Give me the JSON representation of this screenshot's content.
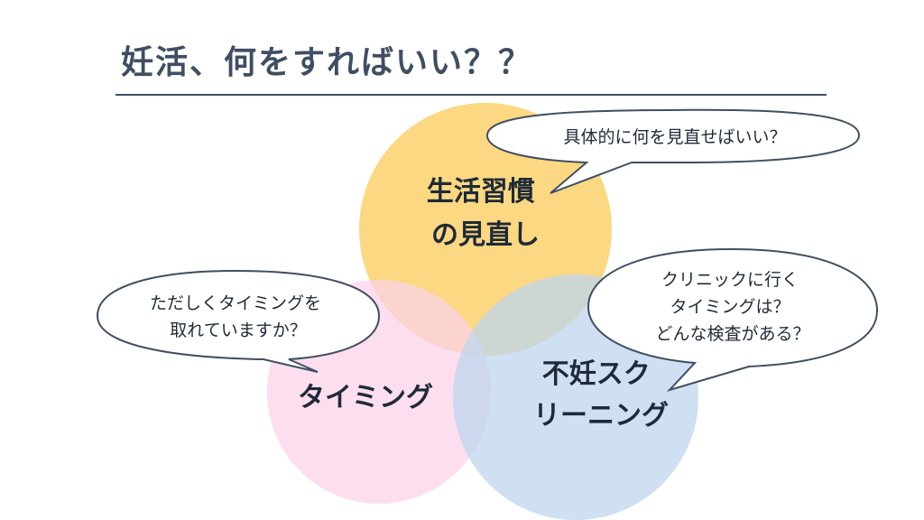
{
  "title": "妊活、何をすればいい？？",
  "circles": {
    "lifestyle": {
      "lines": [
        "生活習慣",
        "の見直し"
      ],
      "color": "#fbd36f"
    },
    "timing": {
      "lines": [
        "タイミング"
      ],
      "color": "#fbd3ea"
    },
    "screening": {
      "lines": [
        "不妊スク",
        "リーニング"
      ],
      "color": "#bdd5ee"
    }
  },
  "bubbles": {
    "lifestyle": {
      "lines": [
        "具体的に何を見直せばいい？"
      ]
    },
    "timing": {
      "lines": [
        "ただしくタイミングを",
        "取れていますか？"
      ]
    },
    "screening": {
      "lines": [
        "クリニックに行く",
        "タイミングは？",
        "どんな検査がある？"
      ]
    }
  },
  "colors": {
    "title": "#3f4e63",
    "bubble_border": "#3f4e63",
    "bubble_fill": "#ffffff"
  }
}
